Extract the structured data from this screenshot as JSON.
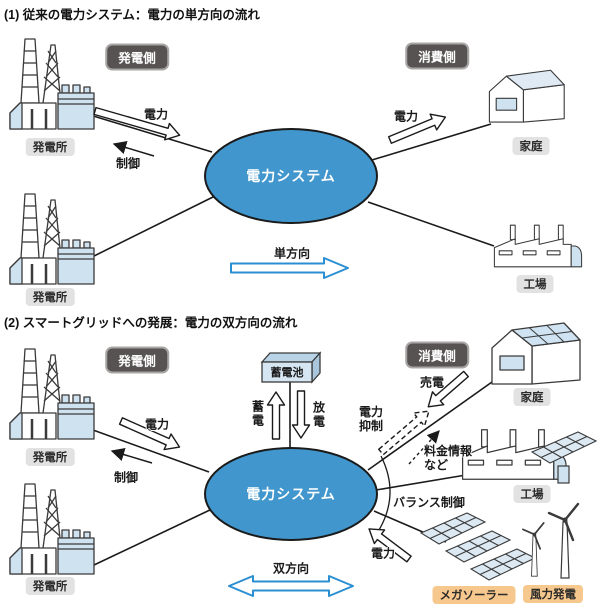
{
  "colors": {
    "system_ellipse": "#4197cd",
    "flow_arrow_blue": "#2a8fd2",
    "side_label_bg": "#575353",
    "facility_label_bg": "#e2e2e2",
    "renewable_label_bg": "#f7c88d",
    "building_accent": "#cfe2f0"
  },
  "diagram1": {
    "title": "(1) 従来の電力システム：電力の単方向の流れ",
    "labels": {
      "generation_side": "発電側",
      "consumption_side": "消費側",
      "system": "電力システム",
      "plant_top": "発電所",
      "plant_bottom": "発電所",
      "home": "家庭",
      "factory": "工場",
      "power_to_system": "電力",
      "control": "制御",
      "power_to_consumer": "電力",
      "flow_direction": "単方向"
    }
  },
  "diagram2": {
    "title": "(2) スマートグリッドへの発展：電力の双方向の流れ",
    "labels": {
      "generation_side": "発電側",
      "consumption_side": "消費側",
      "system": "電力システム",
      "plant_top": "発電所",
      "plant_bottom": "発電所",
      "battery": "蓄電池",
      "charge": "蓄電",
      "discharge": "放電",
      "home": "家庭",
      "factory": "工場",
      "mega_solar": "メガソーラー",
      "wind_power": "風力発電",
      "power_to_system": "電力",
      "control": "制御",
      "sell_power": "売電",
      "power_curtailment": "電力抑制",
      "price_info": "料金情報など",
      "balance_control": "バランス制御",
      "power_from_solar": "電力",
      "flow_direction": "双方向"
    }
  }
}
